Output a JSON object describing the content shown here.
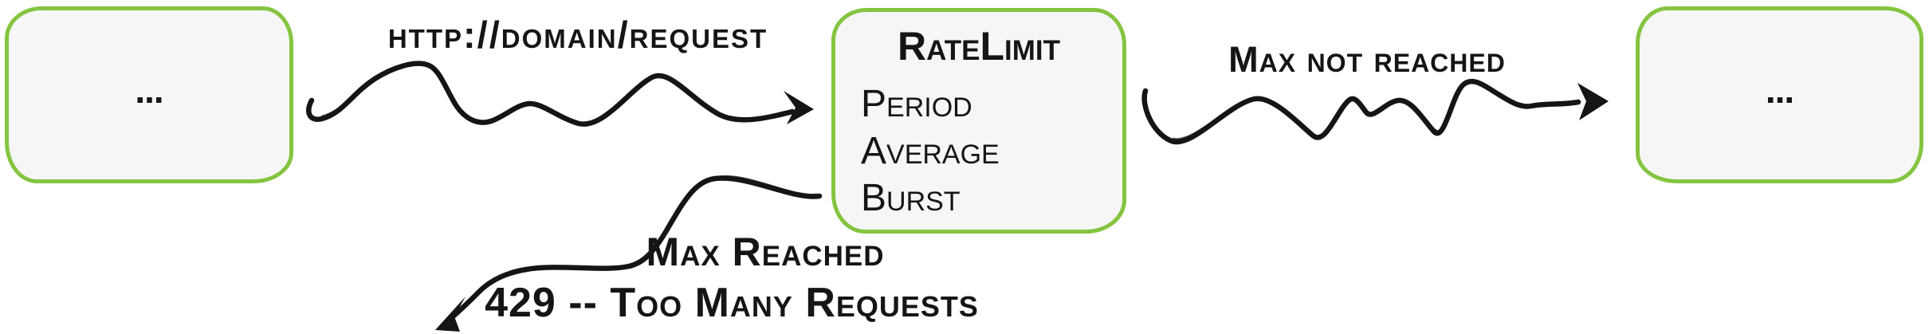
{
  "diagram": {
    "left_node": {
      "label": "..."
    },
    "right_node": {
      "label": "..."
    },
    "ratelimit_node": {
      "title": "RateLimit",
      "items": [
        "Period",
        "Average",
        "Burst"
      ]
    },
    "edges": {
      "request": {
        "label": "http://domain/request"
      },
      "max_not_reached": {
        "label": "Max not reached"
      },
      "max_reached": {
        "label": "Max Reached",
        "sublabel": "429 -- Too Many Requests"
      }
    },
    "colors": {
      "node_border": "#84c440",
      "node_fill": "#f6f6f6",
      "ink": "#151515"
    }
  }
}
